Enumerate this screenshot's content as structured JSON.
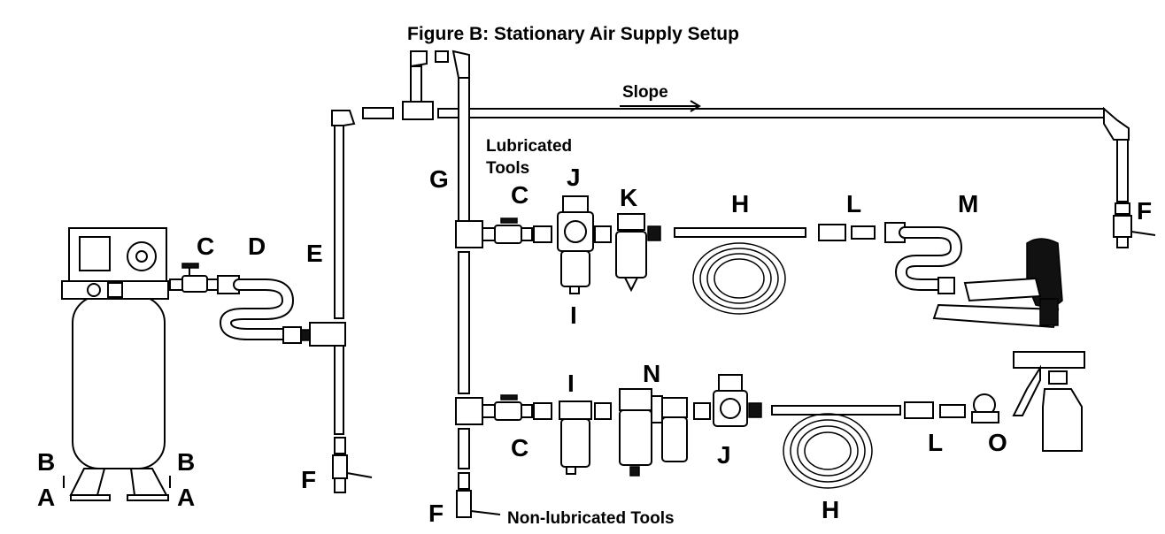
{
  "figure": {
    "title": "Figure B:  Stationary Air Supply Setup",
    "slope_label": "Slope",
    "lubricated_line1": "Lubricated",
    "lubricated_line2": "Tools",
    "nonlubricated": "Non-lubricated Tools"
  },
  "callouts": {
    "A": "A",
    "B": "B",
    "C": "C",
    "D": "D",
    "E": "E",
    "F": "F",
    "G": "G",
    "H": "H",
    "I": "I",
    "J": "J",
    "K": "K",
    "L": "L",
    "M": "M",
    "N": "N",
    "O": "O"
  }
}
